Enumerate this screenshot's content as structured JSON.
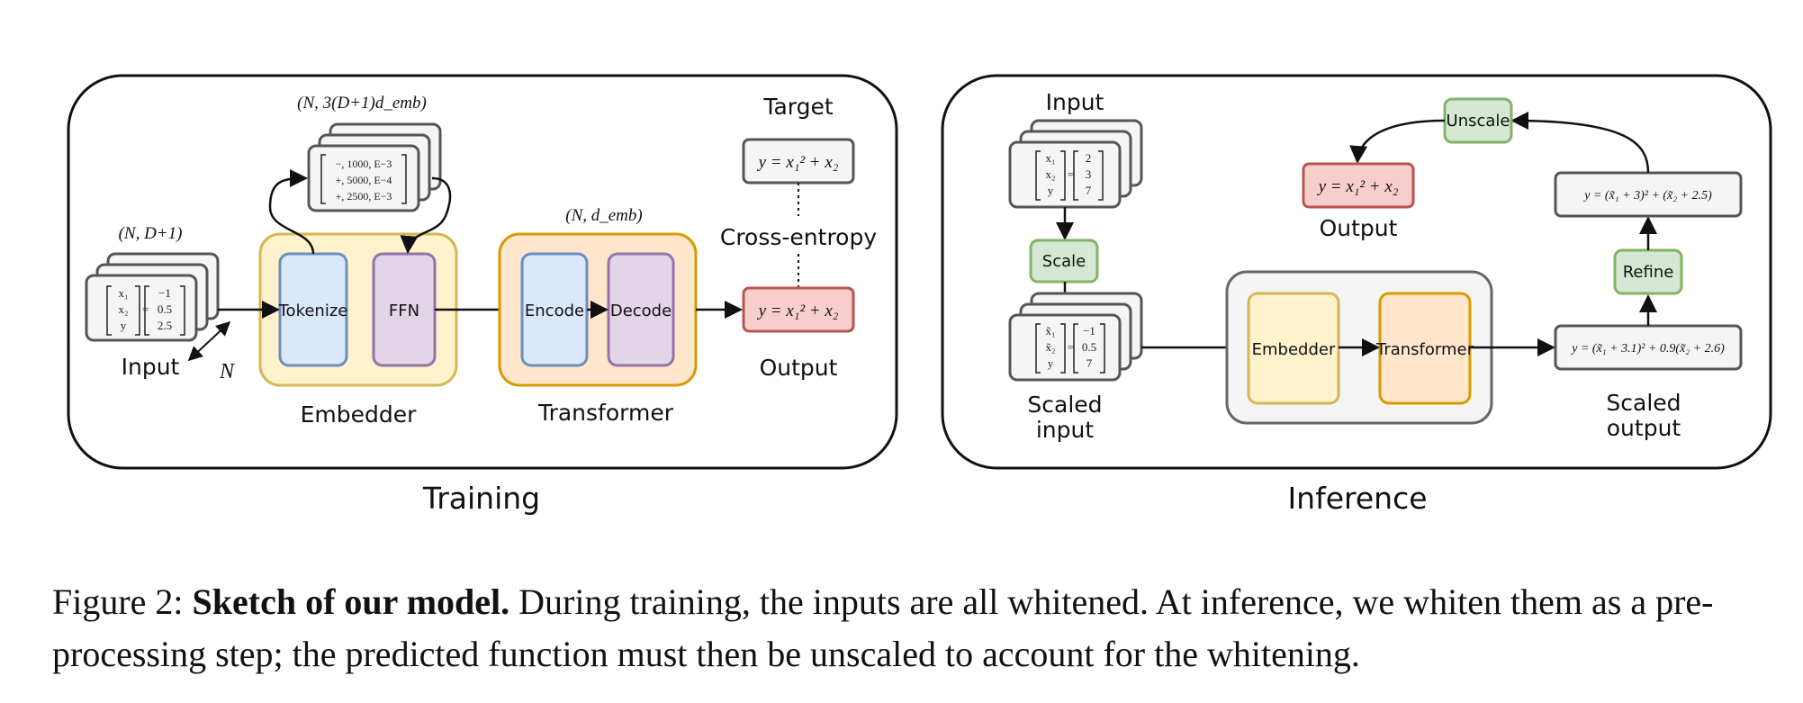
{
  "training": {
    "title": "Training",
    "input_shape": "(N, D+1)",
    "input_label": "Input",
    "n_label": "N",
    "input_matrix": {
      "left": [
        "x₁",
        "x₂",
        "y"
      ],
      "right": [
        "−1",
        "0.5",
        "2.5"
      ]
    },
    "tokens_shape": "(N, 3(D+1)d_emb)",
    "tokens_rows": [
      "−, 1000, E−3",
      "+, 5000, E−4",
      "+, 2500, E−3"
    ],
    "tokenize": "Tokenize",
    "ffn": "FFN",
    "embedder": "Embedder",
    "transformer_shape": "(N, d_emb)",
    "encode": "Encode",
    "decode": "Decode",
    "transformer": "Transformer",
    "target_label": "Target",
    "target_formula": "y = x₁² + x₂",
    "cross_entropy": "Cross-entropy",
    "output_formula": "y = x₁² + x₂",
    "output_label": "Output"
  },
  "inference": {
    "title": "Inference",
    "input_label": "Input",
    "input_matrix": {
      "left": [
        "x₁",
        "x₂",
        "y"
      ],
      "right": [
        "2",
        "3",
        "7"
      ]
    },
    "scale": "Scale",
    "scaled_matrix": {
      "left": [
        "x̃₁",
        "x̃₂",
        "y"
      ],
      "right": [
        "−1",
        "0.5",
        "7"
      ]
    },
    "scaled_input_line1": "Scaled",
    "scaled_input_line2": "input",
    "embedder": "Embedder",
    "transformer": "Transformer",
    "scaled_output_formula": "y = (x̃₁ + 3.1)² + 0.9(x̃₂ + 2.6)",
    "scaled_output_line1": "Scaled",
    "scaled_output_line2": "output",
    "refine": "Refine",
    "refined_formula": "y = (x̃₁ + 3)² + (x̃₂ + 2.5)",
    "unscale": "Unscale",
    "output_formula": "y = x₁² + x₂",
    "output_label": "Output"
  },
  "caption": {
    "prefix": "Figure 2: ",
    "bold": "Sketch of our model.",
    "text": " During training, the inputs are all whitened. At inference, we whiten them as a pre-processing step; the predicted function must then be unscaled to account for the whitening."
  },
  "colors": {
    "blue_fill": "#dae8fc",
    "blue_stroke": "#6c8ebf",
    "purple_fill": "#e1d5e7",
    "purple_stroke": "#9673a6",
    "yellow_fill": "#fff2cc",
    "yellow_stroke": "#d6b656",
    "orange_fill": "#ffe6cc",
    "orange_stroke": "#d79b00",
    "red_fill": "#f8cecc",
    "red_stroke": "#b85450",
    "green_fill": "#d5e8d4",
    "green_stroke": "#82b366",
    "gray_fill": "#f5f5f5",
    "gray_stroke": "#666666"
  }
}
